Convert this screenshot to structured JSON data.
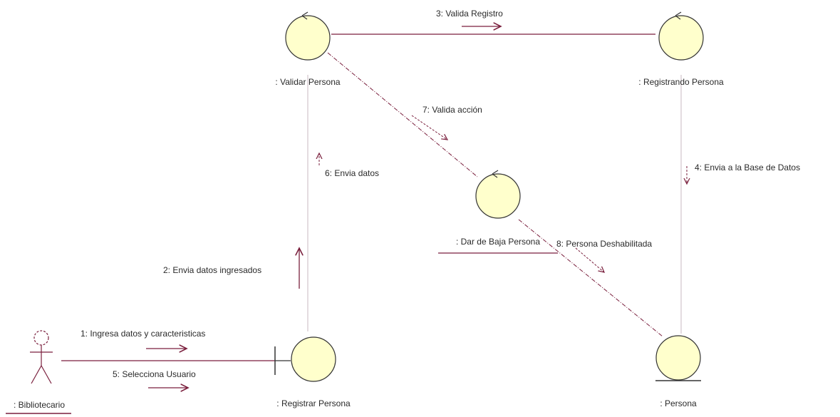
{
  "diagram": {
    "objects": [
      {
        "id": "validar",
        "label": ": Validar Persona",
        "kind": "control"
      },
      {
        "id": "registrando",
        "label": ": Registrando Persona",
        "kind": "control"
      },
      {
        "id": "darbaja",
        "label": ": Dar de Baja Persona",
        "kind": "control"
      },
      {
        "id": "registrar",
        "label": ": Registrar Persona",
        "kind": "boundary"
      },
      {
        "id": "persona",
        "label": ": Persona",
        "kind": "entity"
      }
    ],
    "actor": {
      "id": "bibliotecario",
      "label": ": Bibliotecario"
    },
    "messages": [
      {
        "id": "m1",
        "label": "1: Ingresa datos y caracteristicas"
      },
      {
        "id": "m2",
        "label": "2: Envia datos ingresados"
      },
      {
        "id": "m3",
        "label": "3: Valida Registro"
      },
      {
        "id": "m4",
        "label": "4: Envia a la Base de Datos"
      },
      {
        "id": "m5",
        "label": "5: Selecciona Usuario"
      },
      {
        "id": "m6",
        "label": "6: Envia datos"
      },
      {
        "id": "m7",
        "label": "7: Valida acción"
      },
      {
        "id": "m8",
        "label": "8: Persona Deshabilitada"
      }
    ],
    "colors": {
      "object_fill": "#ffffcc",
      "link": "#7a1f3d",
      "stroke": "#333333"
    }
  }
}
